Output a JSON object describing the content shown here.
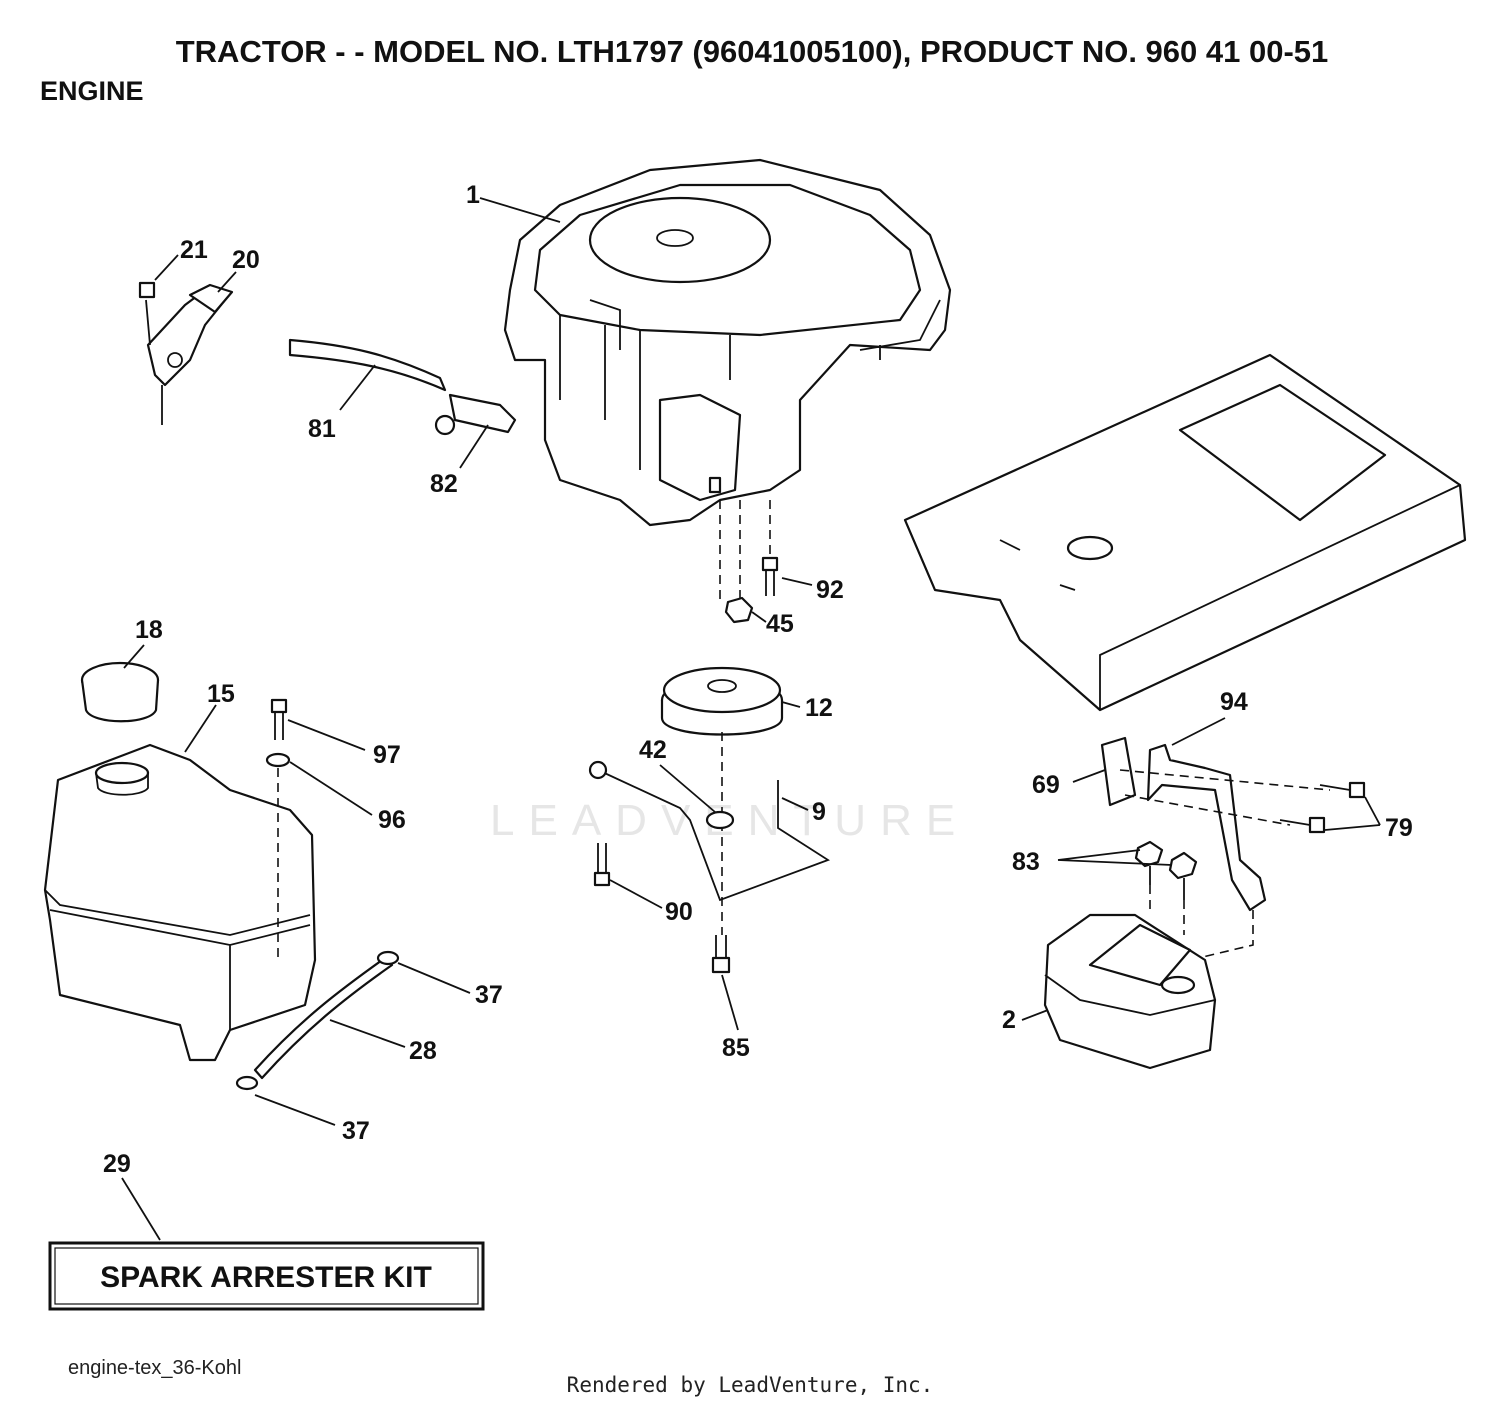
{
  "header": {
    "title": "TRACTOR - - MODEL NO. LTH1797 (96041005100), PRODUCT NO. 960 41 00-51",
    "section": "ENGINE"
  },
  "kit_box": {
    "label": "SPARK ARRESTER KIT"
  },
  "footer": {
    "diagram_code": "engine-tex_36-Kohl",
    "rendered_by": "Rendered by LeadVenture, Inc."
  },
  "watermark": "LEADVENTURE",
  "callouts": {
    "c1": "1",
    "c21": "21",
    "c20": "20",
    "c81": "81",
    "c82": "82",
    "c92": "92",
    "c45": "45",
    "c12": "12",
    "c18": "18",
    "c15": "15",
    "c97": "97",
    "c96": "96",
    "c42": "42",
    "c9": "9",
    "c94": "94",
    "c69": "69",
    "c79": "79",
    "c83": "83",
    "c90": "90",
    "c37a": "37",
    "c28": "28",
    "c85": "85",
    "c2": "2",
    "c37b": "37",
    "c29": "29"
  }
}
